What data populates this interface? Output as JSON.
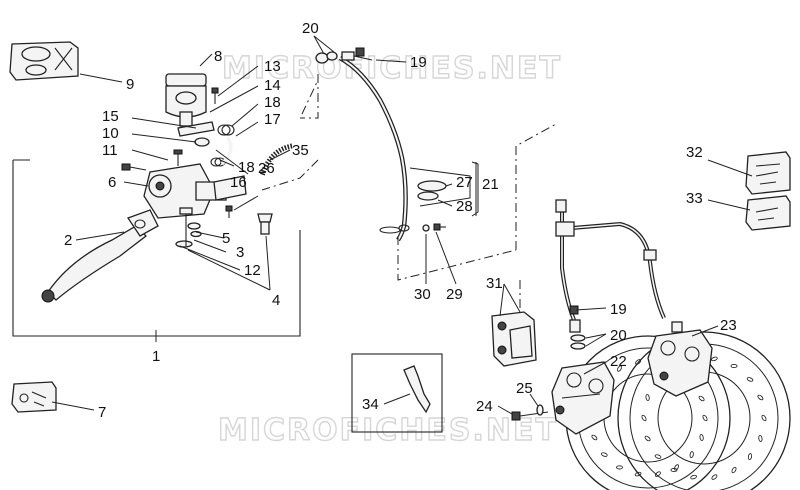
{
  "watermark": {
    "top": "MICROFICHES.NET",
    "bottom": "MICROFICHES.NET"
  },
  "labels": {
    "l1": "1",
    "l2": "2",
    "l3": "3",
    "l4": "4",
    "l5": "5",
    "l6": "6",
    "l7": "7",
    "l8": "8",
    "l9": "9",
    "l10": "10",
    "l11": "11",
    "l12": "12",
    "l13": "13",
    "l14": "14",
    "l15": "15",
    "l16": "16",
    "l17": "17",
    "l18a": "18",
    "l18b": "18",
    "l19a": "19",
    "l19b": "19",
    "l20a": "20",
    "l20b": "20",
    "l21": "21",
    "l22": "22",
    "l23": "23",
    "l24": "24",
    "l25": "25",
    "l26": "26",
    "l27": "27",
    "l28": "28",
    "l29": "29",
    "l30": "30",
    "l31": "31",
    "l32": "32",
    "l33": "33",
    "l34": "34",
    "l35": "35"
  }
}
